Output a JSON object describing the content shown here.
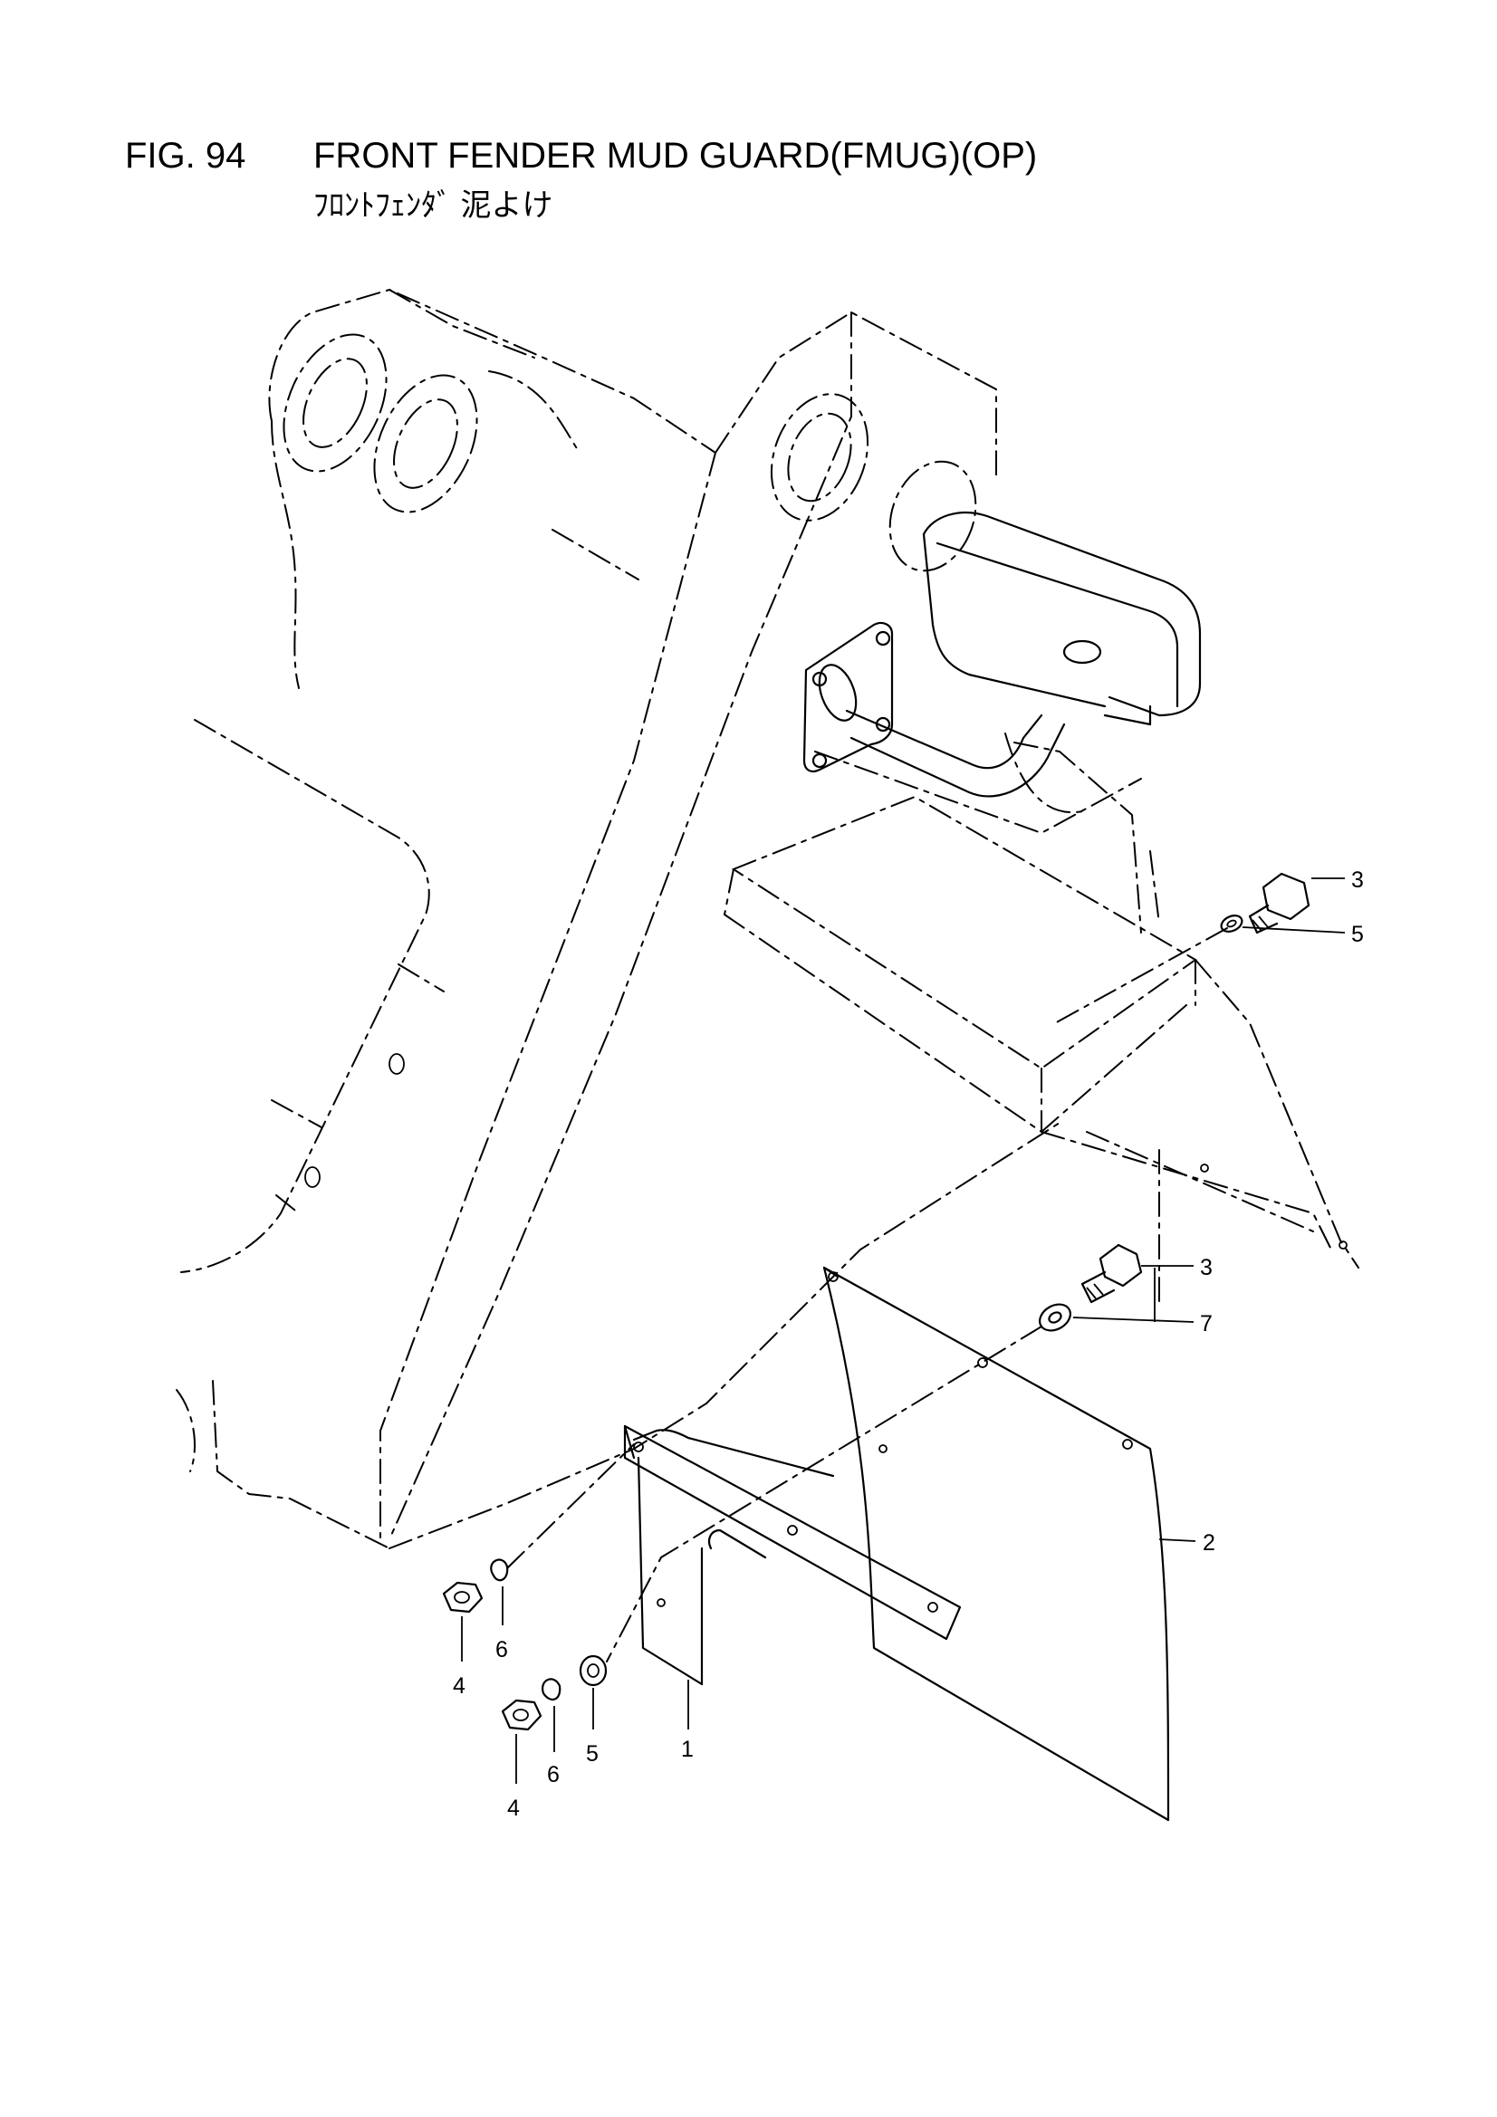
{
  "header": {
    "fig_number": "FIG. 94",
    "title": "FRONT FENDER MUD GUARD(FMUG)(OP)",
    "subtitle": "ﾌﾛﾝﾄﾌｪﾝﾀﾞ 泥よけ"
  },
  "callouts": [
    {
      "id": "callout-3-upper",
      "label": "3"
    },
    {
      "id": "callout-5-upper",
      "label": "5"
    },
    {
      "id": "callout-3-lower",
      "label": "3"
    },
    {
      "id": "callout-7",
      "label": "7"
    },
    {
      "id": "callout-2",
      "label": "2"
    },
    {
      "id": "callout-1",
      "label": "1"
    },
    {
      "id": "callout-4-upper",
      "label": "4"
    },
    {
      "id": "callout-6-upper",
      "label": "6"
    },
    {
      "id": "callout-5-lower",
      "label": "5"
    },
    {
      "id": "callout-6-lower",
      "label": "6"
    },
    {
      "id": "callout-4-lower",
      "label": "4"
    }
  ]
}
